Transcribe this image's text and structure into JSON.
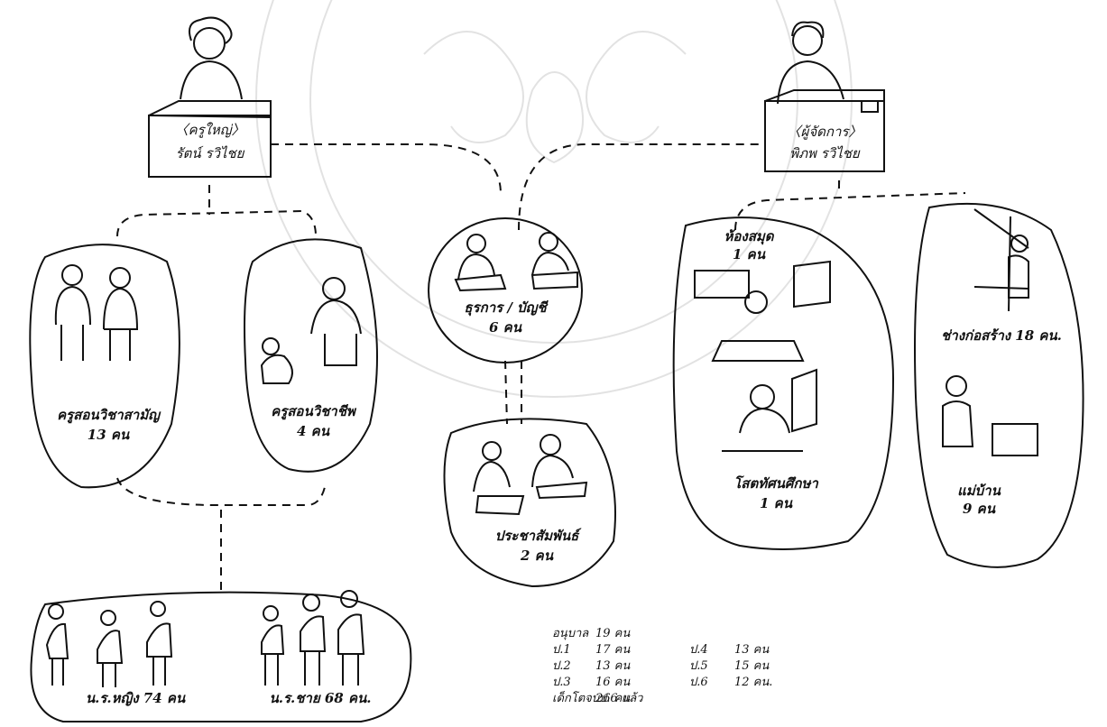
{
  "principal": {
    "role": "〈ครูใหญ่〉",
    "name": "รัตน์ รวิไชย"
  },
  "director": {
    "role": "〈ผู้จัดการ〉",
    "name": "พิภพ รวิไชย"
  },
  "groups": {
    "general_teachers": {
      "title": "ครูสอนวิชาสามัญ",
      "count": "13 คน"
    },
    "vocational_teachers": {
      "title": "ครูสอนวิชาชีพ",
      "count": "4 คน"
    },
    "clerks": {
      "title": "ธุรการ / บัญชี",
      "count": "6 คน"
    },
    "pr": {
      "title": "ประชาสัมพันธ์",
      "count": "2 คน"
    },
    "library": {
      "title": "ห้องสมุด",
      "count": "1 คน"
    },
    "av": {
      "title": "โสตทัศนศึกษา",
      "count": "1 คน"
    },
    "builders": {
      "title": "ช่างก่อสร้าง 18 คน."
    },
    "cooks": {
      "title": "แม่บ้าน",
      "count": "9 คน"
    }
  },
  "students": {
    "girls": "น.ร.หญิง 74 คน",
    "boys": "น.ร.ชาย 68 คน."
  },
  "class_stats": [
    [
      "อนุบาล",
      "19 คน",
      "",
      ""
    ],
    [
      "ป.1",
      "17 คน",
      "ป.4",
      "13 คน"
    ],
    [
      "ป.2",
      "13 คน",
      "ป.5",
      "15 คน"
    ],
    [
      "ป.3",
      "16 คน",
      "ป.6",
      "12 คน."
    ],
    [
      "เด็กโตจบป.6 แล้ว",
      "26 คน",
      "",
      ""
    ]
  ]
}
